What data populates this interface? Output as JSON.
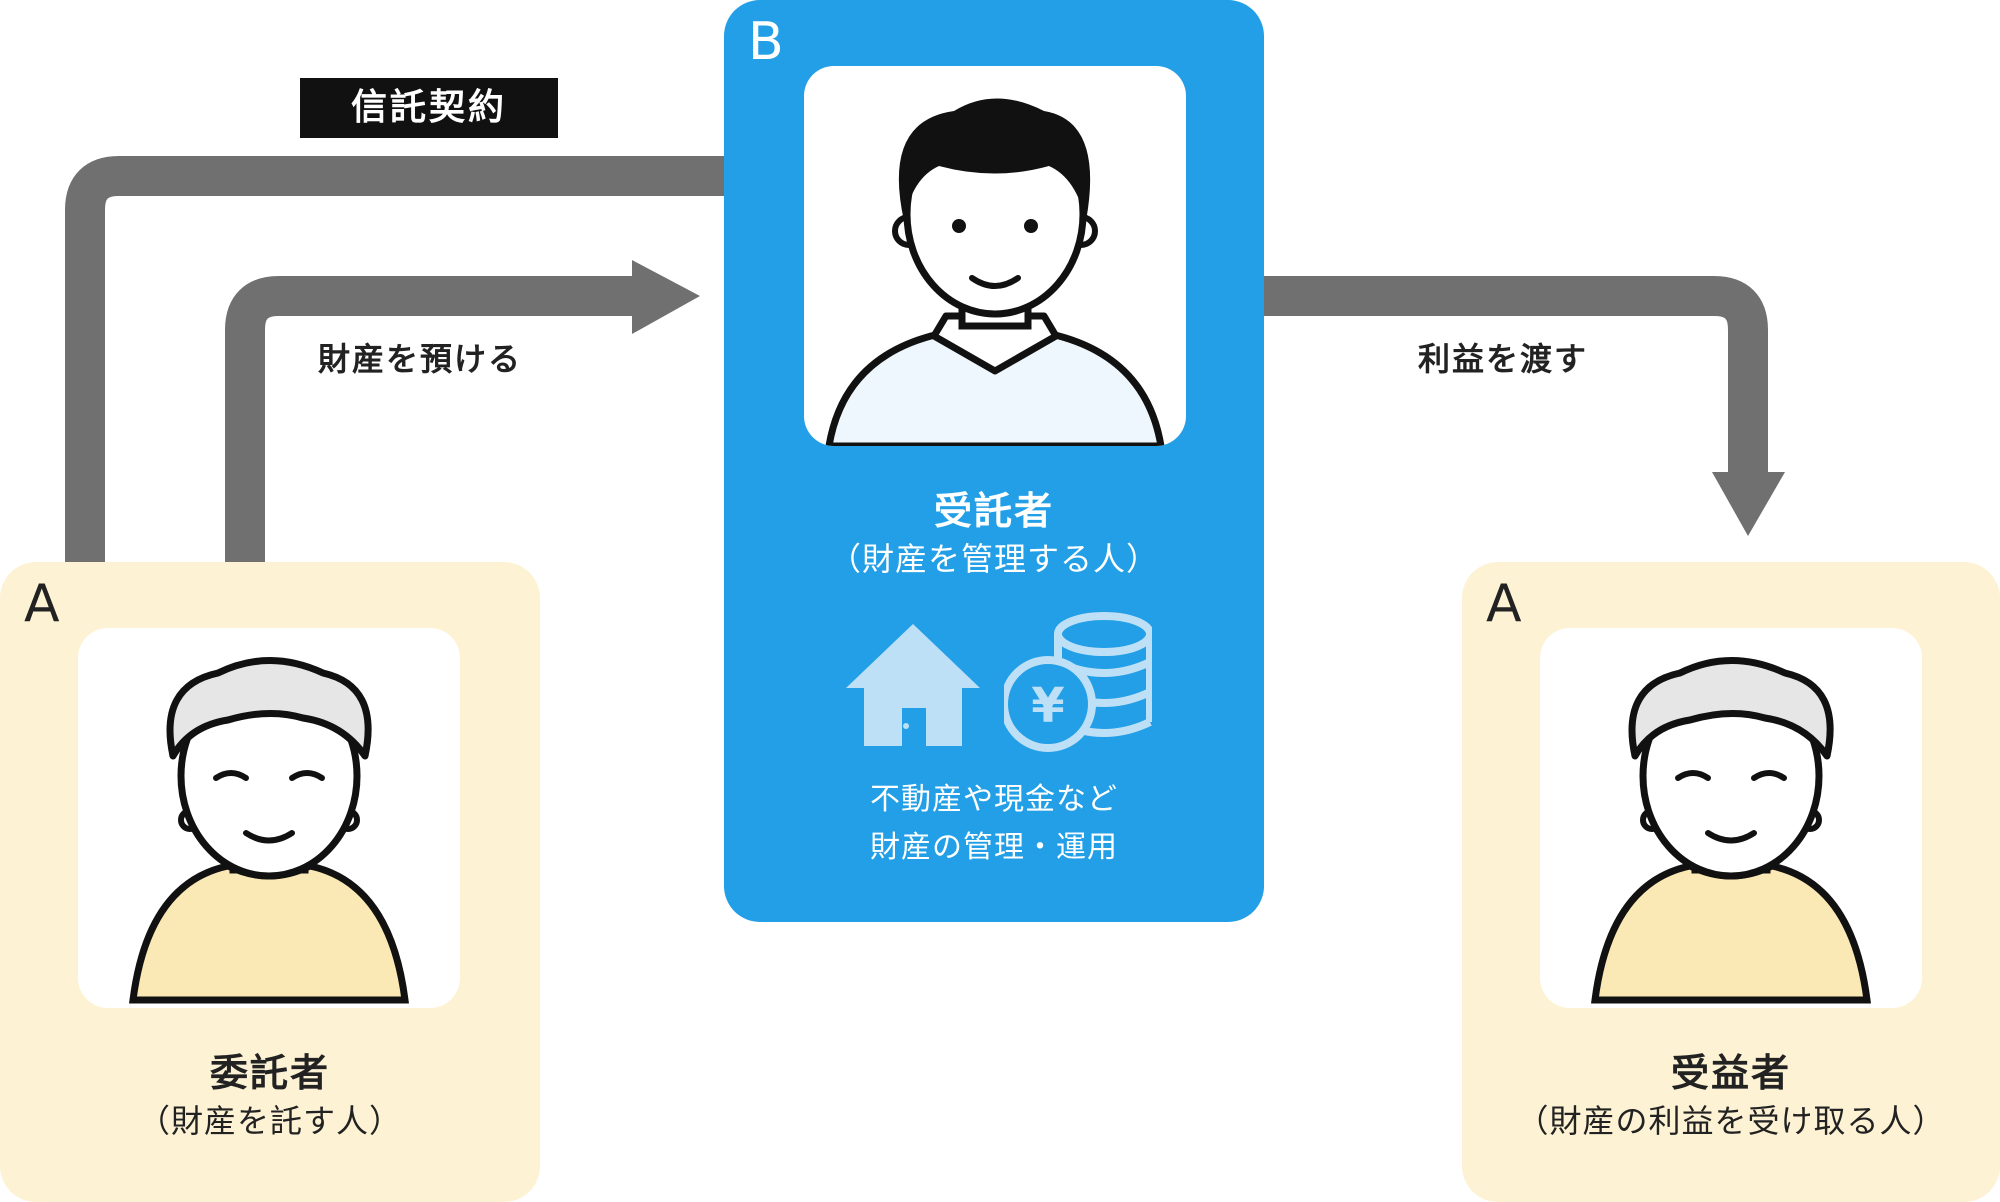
{
  "contract_label": "信託契約",
  "flows": {
    "deposit_label": "財産を預ける",
    "benefit_label": "利益を渡す"
  },
  "settlor": {
    "letter": "A",
    "title": "委託者",
    "description": "（財産を託す人）"
  },
  "trustee": {
    "letter": "B",
    "title": "受託者",
    "description": "（財産を管理する人）",
    "assets_line1": "不動産や現金など",
    "assets_line2": "財産の管理・運用",
    "currency_symbol": "¥"
  },
  "beneficiary": {
    "letter": "A",
    "title": "受益者",
    "description": "（財産の利益を受け取る人）"
  },
  "colors": {
    "trustee_card": "#229fe6",
    "person_card": "#fdf2d4",
    "arrow": "#707070",
    "asset_icon": "#bde0f7"
  }
}
